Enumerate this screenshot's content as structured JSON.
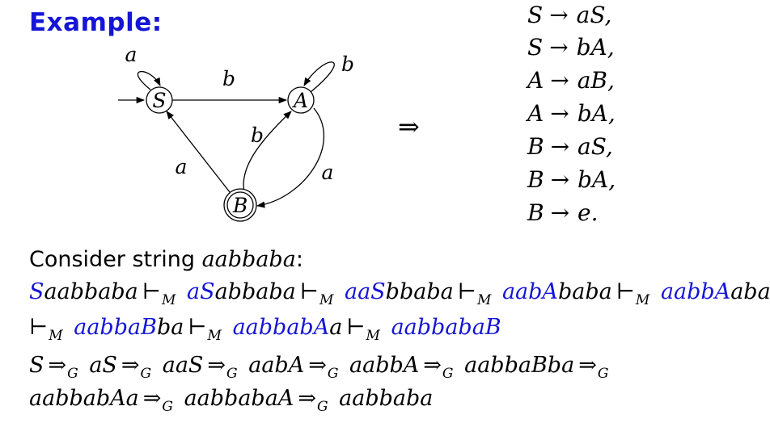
{
  "title": "Example:",
  "diagram": {
    "states": [
      {
        "id": "S",
        "label": "S",
        "start": true,
        "final": false
      },
      {
        "id": "A",
        "label": "A",
        "start": false,
        "final": false
      },
      {
        "id": "B",
        "label": "B",
        "start": false,
        "final": true
      }
    ],
    "transitions": [
      {
        "from": "S",
        "to": "S",
        "label": "a"
      },
      {
        "from": "S",
        "to": "A",
        "label": "b"
      },
      {
        "from": "A",
        "to": "A",
        "label": "b"
      },
      {
        "from": "A",
        "to": "B",
        "label": "a"
      },
      {
        "from": "B",
        "to": "A",
        "label": "b"
      },
      {
        "from": "B",
        "to": "S",
        "label": "a"
      }
    ]
  },
  "implies": "⇒",
  "rules": [
    {
      "lhs": "S",
      "arrow": "→",
      "rhs": "aS,"
    },
    {
      "lhs": "S",
      "arrow": "→",
      "rhs": "bA,"
    },
    {
      "lhs": "A",
      "arrow": "→",
      "rhs": "aB,"
    },
    {
      "lhs": "A",
      "arrow": "→",
      "rhs": "bA,"
    },
    {
      "lhs": "B",
      "arrow": "→",
      "rhs": "aS,"
    },
    {
      "lhs": "B",
      "arrow": "→",
      "rhs": "bA,"
    },
    {
      "lhs": "B",
      "arrow": "→",
      "rhs": "e."
    }
  ],
  "consider": {
    "text": "Consider string ",
    "string": "aabbaba",
    "colon": ":"
  },
  "computation": {
    "yields": "⊢",
    "yields_sub": "M",
    "configs": [
      {
        "state_part": "S",
        "rest": "aabbaba"
      },
      {
        "state_part": "aS",
        "rest": "abbaba"
      },
      {
        "state_part": "aaS",
        "rest": "bbaba"
      },
      {
        "state_part": "aabA",
        "rest": "baba"
      },
      {
        "state_part": "aabbA",
        "rest": "aba"
      },
      {
        "state_part": "aabbaB",
        "rest": "ba"
      },
      {
        "state_part": "aabbabA",
        "rest": "a"
      },
      {
        "state_part": "aabbabaB",
        "rest": ""
      }
    ]
  },
  "derivation": {
    "derives": "⇒",
    "derives_sub": "G",
    "forms": [
      "S",
      "aS",
      "aaS",
      "aabA",
      "aabbA",
      "aabbaBba",
      "aabbabAa",
      "aabbabaA",
      "aabbaba"
    ]
  }
}
